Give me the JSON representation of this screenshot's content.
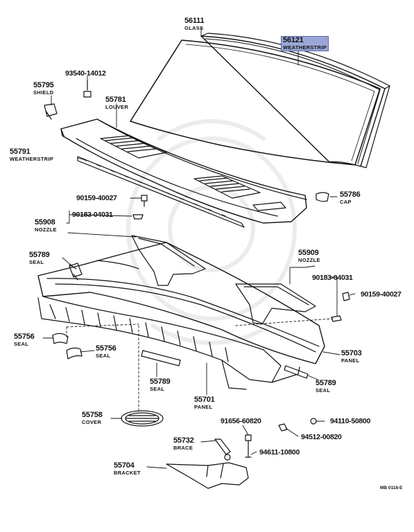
{
  "labels": {
    "glass": {
      "number": "56111",
      "name": "GLASS"
    },
    "weatherstrip_windshield": {
      "number": "56121",
      "name": "WEATHERSTRIP",
      "highlight_color": "#9aa7d6"
    },
    "bolt_93540": {
      "number": "93540-14012"
    },
    "shield": {
      "number": "55795",
      "name": "SHIELD"
    },
    "louver": {
      "number": "55781",
      "name": "LOUVER"
    },
    "weatherstrip_cowl": {
      "number": "55791",
      "name": "WEATHERSTRIP"
    },
    "screw_90159_a": {
      "number": "90159-40027"
    },
    "cap": {
      "number": "55786",
      "name": "CAP"
    },
    "clip_90183_a": {
      "number": "90183-04031"
    },
    "nozzle_left": {
      "number": "55908",
      "name": "NOZZLE"
    },
    "nozzle_right": {
      "number": "55909",
      "name": "NOZZLE"
    },
    "clip_90183_b": {
      "number": "90183-04031"
    },
    "screw_90159_b": {
      "number": "90159-40027"
    },
    "seal_55789_top": {
      "number": "55789",
      "name": "SEAL"
    },
    "seal_55756_a": {
      "number": "55756",
      "name": "SEAL"
    },
    "seal_55756_b": {
      "number": "55756",
      "name": "SEAL"
    },
    "panel_55703": {
      "number": "55703",
      "name": "PANEL"
    },
    "seal_55789_mid": {
      "number": "55789",
      "name": "SEAL"
    },
    "seal_55789_right": {
      "number": "55789",
      "name": "SEAL"
    },
    "panel_55701": {
      "number": "55701",
      "name": "PANEL"
    },
    "cover": {
      "number": "55758",
      "name": "COVER"
    },
    "bolt_91656": {
      "number": "91656-60820"
    },
    "nut_94110": {
      "number": "94110-50800"
    },
    "nut_94512": {
      "number": "94512-00820"
    },
    "brace": {
      "number": "55732",
      "name": "BRACE"
    },
    "nut_94611": {
      "number": "94611-10800"
    },
    "bracket": {
      "number": "55704",
      "name": "BRACKET"
    }
  },
  "footer_code": "MB 0118-E"
}
